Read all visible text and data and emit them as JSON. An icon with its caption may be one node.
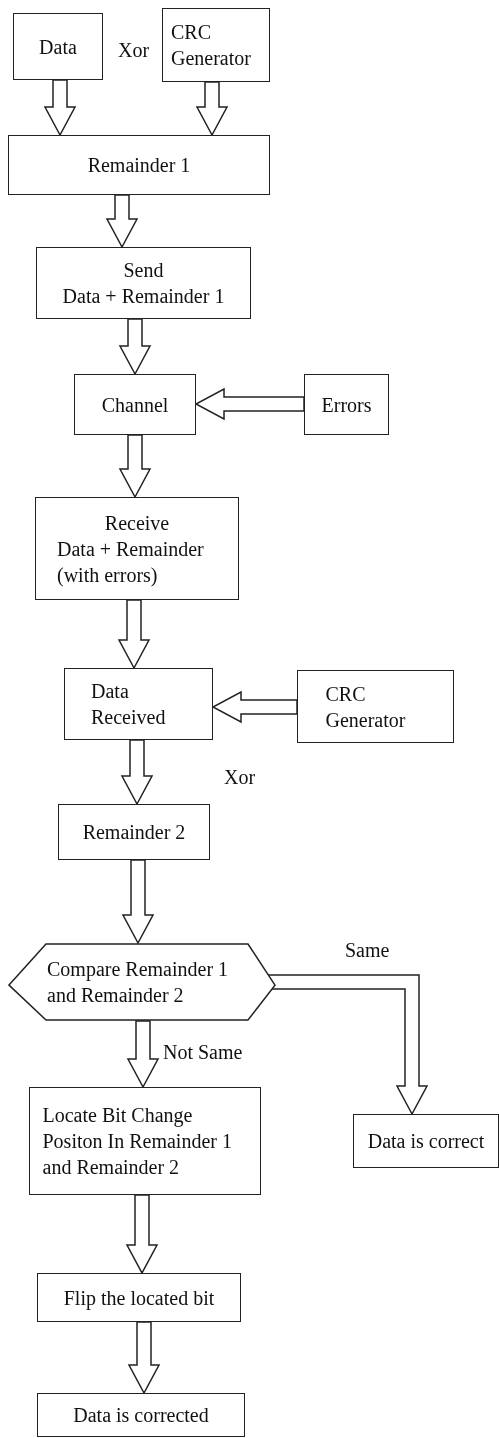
{
  "diagram": {
    "nodes": [
      {
        "text": [
          "Data"
        ]
      },
      {
        "text": [
          "CRC Generator"
        ]
      },
      {
        "text": [
          "Remainder 1"
        ]
      },
      {
        "text": [
          "Send",
          "Data + Remainder 1"
        ]
      },
      {
        "text": [
          "Channel"
        ]
      },
      {
        "text": [
          "Errors"
        ]
      },
      {
        "text": [
          "Receive",
          "Data + Remainder (with errors)"
        ]
      },
      {
        "text": [
          "Data Received"
        ]
      },
      {
        "text": [
          "CRC Generator"
        ]
      },
      {
        "text": [
          "Remainder 2"
        ]
      },
      {
        "text": [
          "Compare Remainder 1 and Remainder 2"
        ]
      },
      {
        "text": [
          "Locate Bit Change Positon In Remainder 1 and Remainder 2"
        ]
      },
      {
        "text": [
          "Data is correct"
        ]
      },
      {
        "text": [
          "Flip the located bit"
        ]
      },
      {
        "text": [
          "Data is corrected"
        ]
      }
    ],
    "edges": [
      {
        "from": 0,
        "to": 2,
        "arrow": "to"
      },
      {
        "from": 1,
        "to": 2,
        "arrow": "to"
      },
      {
        "from": 2,
        "to": 3,
        "arrow": "to"
      },
      {
        "from": 3,
        "to": 4,
        "arrow": "to"
      },
      {
        "from": 5,
        "to": 4,
        "arrow": "to"
      },
      {
        "from": 4,
        "to": 6,
        "arrow": "to"
      },
      {
        "from": 6,
        "to": 7,
        "arrow": "to"
      },
      {
        "from": 8,
        "to": 7,
        "arrow": "to"
      },
      {
        "from": 7,
        "to": 9,
        "arrow": "to"
      },
      {
        "from": 9,
        "to": 10,
        "arrow": "to"
      },
      {
        "from": 10,
        "to": 12,
        "arrow": "to",
        "label": "Same"
      },
      {
        "from": 10,
        "to": 11,
        "arrow": "to",
        "label": "Not Same"
      },
      {
        "from": 11,
        "to": 13,
        "arrow": "to"
      },
      {
        "from": 13,
        "to": 14,
        "arrow": "to"
      }
    ],
    "labels": [
      "Xor",
      "Xor"
    ]
  }
}
